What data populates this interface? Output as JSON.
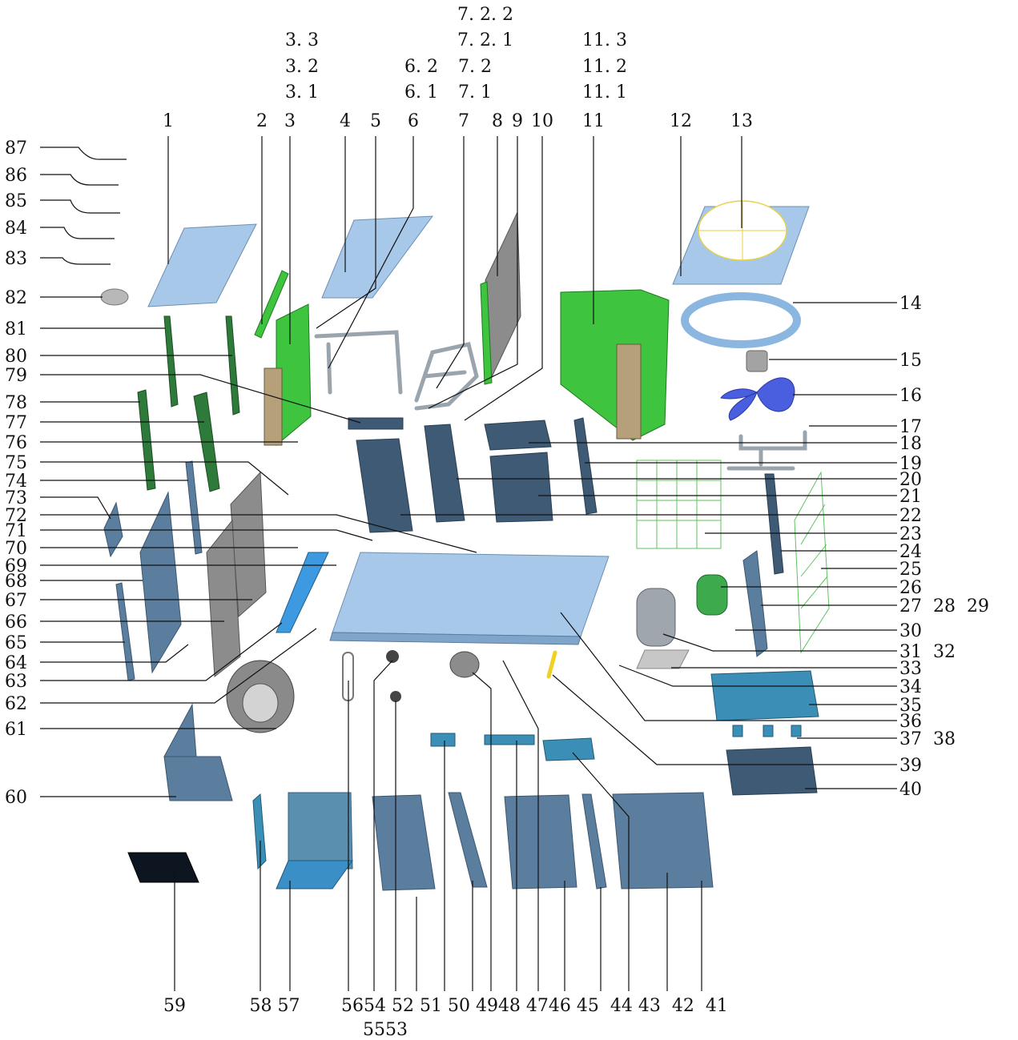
{
  "labels": {
    "top": [
      {
        "id": "1",
        "text": "1"
      },
      {
        "id": "2",
        "text": "2"
      },
      {
        "id": "3",
        "text": "3"
      },
      {
        "id": "3.1",
        "text": "3. 1"
      },
      {
        "id": "3.2",
        "text": "3. 2"
      },
      {
        "id": "3.3",
        "text": "3. 3"
      },
      {
        "id": "4",
        "text": "4"
      },
      {
        "id": "5",
        "text": "5"
      },
      {
        "id": "6",
        "text": "6"
      },
      {
        "id": "6.1",
        "text": "6. 1"
      },
      {
        "id": "6.2",
        "text": "6. 2"
      },
      {
        "id": "7",
        "text": "7"
      },
      {
        "id": "7.1",
        "text": "7. 1"
      },
      {
        "id": "7.2",
        "text": "7. 2"
      },
      {
        "id": "7.2.1",
        "text": "7. 2. 1"
      },
      {
        "id": "7.2.2",
        "text": "7. 2. 2"
      },
      {
        "id": "8",
        "text": "8"
      },
      {
        "id": "9",
        "text": "9"
      },
      {
        "id": "10",
        "text": "10"
      },
      {
        "id": "11",
        "text": "11"
      },
      {
        "id": "11.1",
        "text": "11. 1"
      },
      {
        "id": "11.2",
        "text": "11. 2"
      },
      {
        "id": "11.3",
        "text": "11. 3"
      },
      {
        "id": "12",
        "text": "12"
      },
      {
        "id": "13",
        "text": "13"
      }
    ],
    "right": [
      {
        "id": "14",
        "text": "14"
      },
      {
        "id": "15",
        "text": "15"
      },
      {
        "id": "16",
        "text": "16"
      },
      {
        "id": "17",
        "text": "17"
      },
      {
        "id": "18",
        "text": "18"
      },
      {
        "id": "19",
        "text": "19"
      },
      {
        "id": "20",
        "text": "20"
      },
      {
        "id": "21",
        "text": "21"
      },
      {
        "id": "22",
        "text": "22"
      },
      {
        "id": "23",
        "text": "23"
      },
      {
        "id": "24",
        "text": "24"
      },
      {
        "id": "25",
        "text": "25"
      },
      {
        "id": "26",
        "text": "26"
      },
      {
        "id": "27-29",
        "text": "27  28  29"
      },
      {
        "id": "30",
        "text": "30"
      },
      {
        "id": "31-32",
        "text": "31  32"
      },
      {
        "id": "33",
        "text": "33"
      },
      {
        "id": "34",
        "text": "34"
      },
      {
        "id": "35",
        "text": "35"
      },
      {
        "id": "36",
        "text": "36"
      },
      {
        "id": "37-38",
        "text": "37  38"
      },
      {
        "id": "39",
        "text": "39"
      },
      {
        "id": "40",
        "text": "40"
      }
    ],
    "bottom": [
      {
        "id": "59",
        "text": "59"
      },
      {
        "id": "58-57",
        "text": "58 57"
      },
      {
        "id": "56-41",
        "text": "5654 52 51 50 4948 4746 45  44 43  42  41"
      },
      {
        "id": "55-53",
        "text": "5553"
      }
    ],
    "left": [
      {
        "id": "87",
        "text": "87"
      },
      {
        "id": "86",
        "text": "86"
      },
      {
        "id": "85",
        "text": "85"
      },
      {
        "id": "84",
        "text": "84"
      },
      {
        "id": "83",
        "text": "83"
      },
      {
        "id": "82",
        "text": "82"
      },
      {
        "id": "81",
        "text": "81"
      },
      {
        "id": "80",
        "text": "80"
      },
      {
        "id": "79",
        "text": "79"
      },
      {
        "id": "78",
        "text": "78"
      },
      {
        "id": "77",
        "text": "77"
      },
      {
        "id": "76",
        "text": "76"
      },
      {
        "id": "75",
        "text": "75"
      },
      {
        "id": "74",
        "text": "74"
      },
      {
        "id": "73",
        "text": "73"
      },
      {
        "id": "72",
        "text": "72"
      },
      {
        "id": "71",
        "text": "71"
      },
      {
        "id": "70",
        "text": "70"
      },
      {
        "id": "69",
        "text": "69"
      },
      {
        "id": "68",
        "text": "68"
      },
      {
        "id": "67",
        "text": "67"
      },
      {
        "id": "66",
        "text": "66"
      },
      {
        "id": "65",
        "text": "65"
      },
      {
        "id": "64",
        "text": "64"
      },
      {
        "id": "63",
        "text": "63"
      },
      {
        "id": "62",
        "text": "62"
      },
      {
        "id": "61",
        "text": "61"
      },
      {
        "id": "60",
        "text": "60"
      }
    ]
  }
}
